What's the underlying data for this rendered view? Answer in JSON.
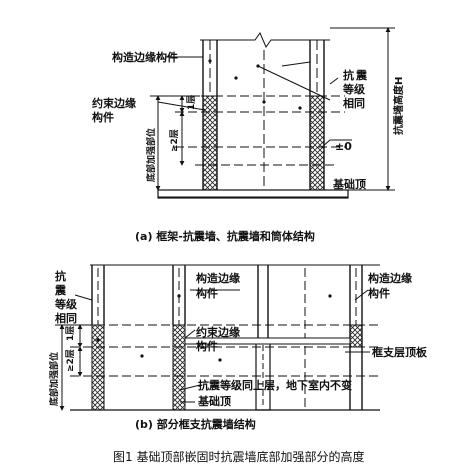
{
  "diagram_a": {
    "labels": {
      "boundary_element": "构造边缘构件",
      "same_grade": [
        "抗",
        "震",
        "等级",
        "相同"
      ],
      "wall_height": "抗震墙高度H",
      "confined_element": [
        "约束边缘",
        "构件"
      ],
      "one_floor": "1层",
      "ge_two_floors": "≥2层",
      "strengthened_height": "底部加强部位",
      "zero_level": "±0",
      "foundation_top": "基础顶"
    },
    "caption": "(a) 框架-抗震墙、抗震墙和筒体结构"
  },
  "diagram_b": {
    "labels": {
      "same_grade": [
        "抗",
        "震",
        "等级",
        "相同"
      ],
      "boundary_element": [
        "构造边缘",
        "构件"
      ],
      "boundary_element_right": [
        "构造边缘",
        "构件"
      ],
      "one_floor": "1层",
      "ge_two_floors": "≥2层",
      "confined_element": [
        "约束边缘",
        "构件"
      ],
      "transfer_floor": "框支层顶板",
      "strengthened_height": "底部加强部位",
      "same_as_upper": "抗震等级同上层，地下室内不变",
      "foundation_top": "基础顶"
    },
    "caption": "(b) 部分框支抗震墙结构"
  },
  "figure_caption": "图1   基础顶部嵌固时抗震墙底部加强部分的高度"
}
